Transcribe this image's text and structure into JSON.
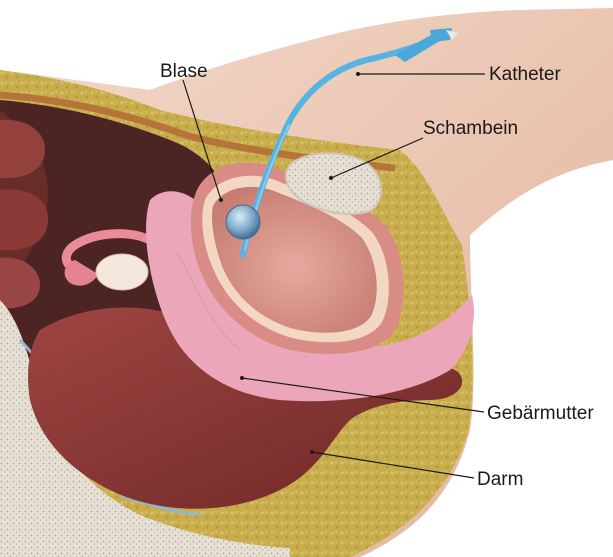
{
  "labels": {
    "blase": "Blase",
    "katheter": "Katheter",
    "schambein": "Schambein",
    "gebaermutter": "Gebärmutter",
    "darm": "Darm"
  },
  "colors": {
    "skin": "#ebc8b4",
    "tissue_fill": "#c9b04a",
    "bladder": "#e2a29a",
    "uterus": "#eda8bd",
    "bowel": "#8b3534",
    "catheter": "#57b3e2",
    "bone": "#e4ddd1"
  }
}
